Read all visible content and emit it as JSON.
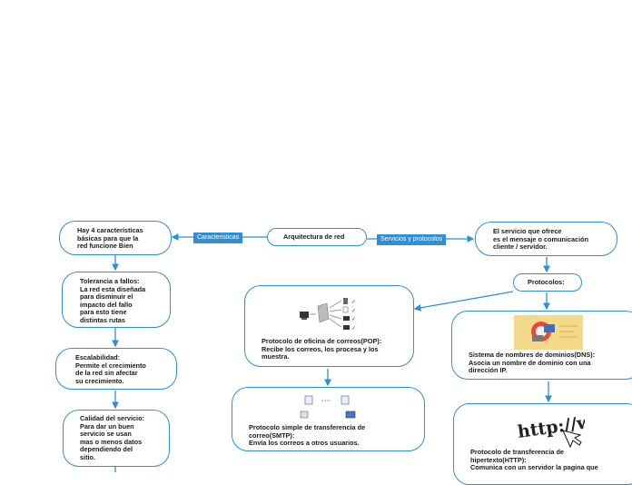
{
  "diagram": {
    "root": "Arquitectura de red",
    "left_connector": "Caracteristicas",
    "right_connector": "Servicios y protocolos",
    "left_branch": {
      "intro": "Hay 4 características\nbásicas para que la\nred funcione Bien",
      "items": [
        "Tolerancia a fallos:\nLa red esta diseñada\npara disminuir el\nimpacto del fallo\npara esto tiene\ndistintas rutas",
        "Escalabilidad:\nPermite el crecimiento\nde la red sin afectar\nsu crecimiento.",
        "Calidad del servicio:\nPara dar un buen\nservicio se usan\nmas o menos datos\ndependiendo del\nsitio."
      ]
    },
    "right_branch": {
      "intro": "El servicio que ofrece\nes el mensaje o comunicación\ncliente / servidor.",
      "protocols_label": "Protocolos:",
      "pop": "Protocolo de oficina de correos(POP):\nRecibe los correos, los procesa y los\nmuestra.",
      "smtp": "Protocolo simple de transferencia de\ncorreo(SMTP):\nEnvía los correos a otros usuarios.",
      "dns": "Sistema de nombres de dominios(DNS):\nAsocia un nombre de dominio con una\ndirección IP.",
      "http": "Protocolo de transferencia de\nhipertexto(HTTP):\nComunica con un servidor la pagina que",
      "http_image_text": "http://www"
    }
  },
  "colors": {
    "accent": "#2f8fd6",
    "text": "#1a1a1a"
  }
}
